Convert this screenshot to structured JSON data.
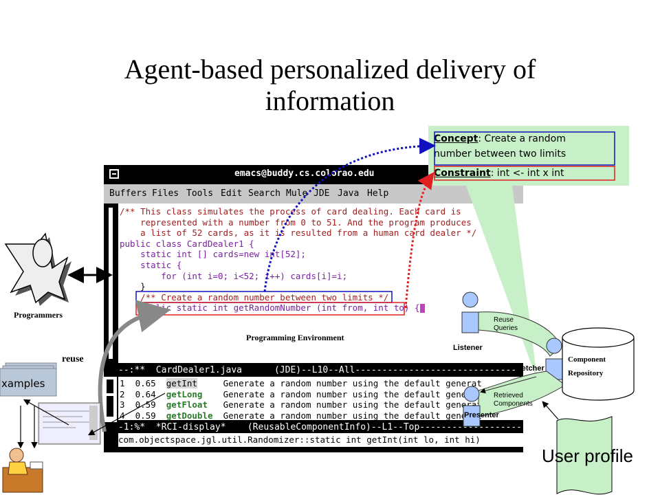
{
  "slide": {
    "title_line1": "Agent-based personalized delivery of",
    "title_line2": "information"
  },
  "emacs": {
    "window_title": "emacs@buddy.cs.colorao.edu",
    "menu": [
      "Buffers",
      "Files",
      "Tools",
      "Edit",
      "Search",
      "Mule",
      "JDE",
      "Java",
      "Help"
    ],
    "code_lines": [
      "/** This class simulates the process of card dealing. Each card is",
      "    represented with a number from 0 to 51. And the program produces",
      "    a list of 52 cards, as it is resulted from a human card dealer */",
      "public class CardDealer1 {",
      "    static int [] cards=new int[52];",
      "    static {",
      "        for (int i=0; i<52; i++) cards[i]=i;",
      "    }",
      "    /** Create a random number between two limits */",
      "    public static int getRandomNumber (int from, int to) {"
    ],
    "modeline1": "--:**  CardDealer1.java      (JDE)--L10--All------------------------------",
    "results": [
      {
        "index": "1",
        "score": "0.65",
        "name": "getInt",
        "desc": "Generate a random number using the default generat"
      },
      {
        "index": "2",
        "score": "0.64",
        "name": "getLong",
        "desc": "Generate a random number using the default generat"
      },
      {
        "index": "3",
        "score": "0.59",
        "name": "getFloat",
        "desc": "Generate a random number using the default generat"
      },
      {
        "index": "4",
        "score": "0.59",
        "name": "getDouble",
        "desc": "Generate a random number using the default generat"
      }
    ],
    "modeline2": "-1:%*  *RCI-display*    (ReusableComponentInfo)--L1--Top-------------------",
    "minibuffer": "com.objectspace.jgl.util.Randomizer::static int getInt(int lo, int hi)",
    "env_label": "Programming Environment"
  },
  "callout": {
    "concept_label": "Concept",
    "concept_text1": ": Create a random",
    "concept_text2": "number between two limits",
    "constraint_label": "Constraint",
    "constraint_text": ": int <- int x int"
  },
  "agents": {
    "reuse_queries": [
      "Reuse",
      "Queries"
    ],
    "listener": "Listener",
    "fetcher": "Fetcher",
    "retrieved": [
      "Retrieved",
      "Components"
    ],
    "presenter": "Presenter",
    "repository": [
      "Component",
      "Repository"
    ]
  },
  "left": {
    "programmers": "Programmers",
    "reuse": "reuse",
    "examples": "xamples"
  },
  "profile": {
    "label": "User profile"
  },
  "colors": {
    "blue_arrow": "#1010c0",
    "red_arrow": "#e02020",
    "callout_bg": "#c8f0c8",
    "agent_blue": "#a8c8ff",
    "profile_bg": "#c8f0c8"
  }
}
